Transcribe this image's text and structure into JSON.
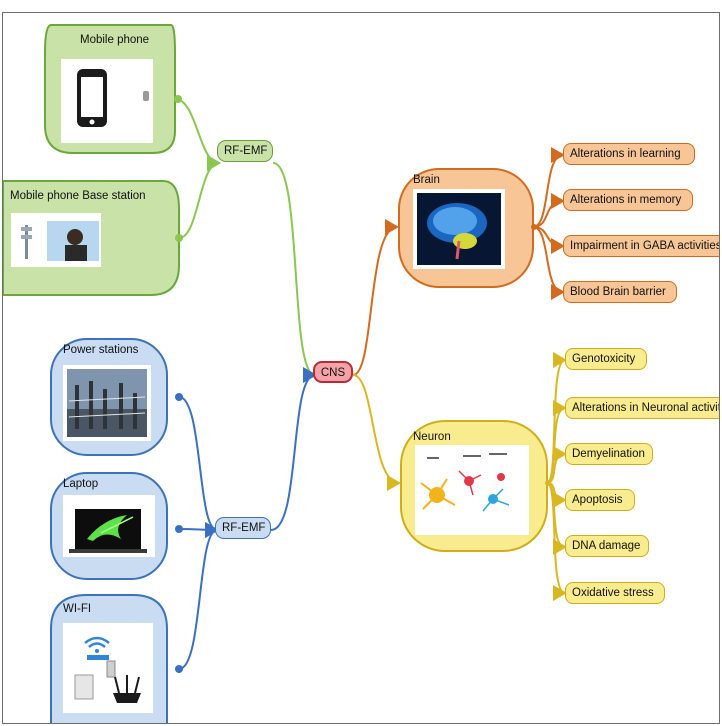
{
  "center": {
    "label": "CNS"
  },
  "sources": {
    "group1": {
      "connector_label": "RF-EMF",
      "items": [
        {
          "label": "Mobile phone",
          "icon": "mobile-phone-icon"
        },
        {
          "label": "Mobile phone Base station",
          "icon": "base-station-icon"
        }
      ]
    },
    "group2": {
      "connector_label": "RF-EMF",
      "items": [
        {
          "label": "Power stations",
          "icon": "power-station-icon"
        },
        {
          "label": "Laptop",
          "icon": "laptop-icon"
        },
        {
          "label": "WI-FI",
          "icon": "wifi-router-icon"
        }
      ]
    }
  },
  "targets": {
    "brain": {
      "label": "Brain",
      "icon": "brain-icon",
      "effects": [
        "Alterations in learning",
        "Alterations in memory",
        "Impairment in GABA activities",
        "Blood Brain barrier"
      ]
    },
    "neuron": {
      "label": "Neuron",
      "icon": "neuron-icon",
      "effects": [
        "Genotoxicity",
        "Alterations in Neuronal activity",
        "Demyelination",
        "Apoptosis",
        "DNA damage",
        "Oxidative stress"
      ]
    }
  },
  "colors": {
    "green_fill": "#c8e2a8",
    "green_stroke": "#6aa83c",
    "green_line": "#8ac650",
    "blue_fill": "#c9dcf1",
    "blue_stroke": "#3d72b8",
    "blue_line": "#3a6fc2",
    "orange_fill": "#f7c596",
    "orange_stroke": "#d36b1e",
    "yellow_fill": "#f8ec8e",
    "yellow_stroke": "#cfae1a",
    "red_fill": "#f3a3a8",
    "red_stroke": "#b92a37"
  }
}
